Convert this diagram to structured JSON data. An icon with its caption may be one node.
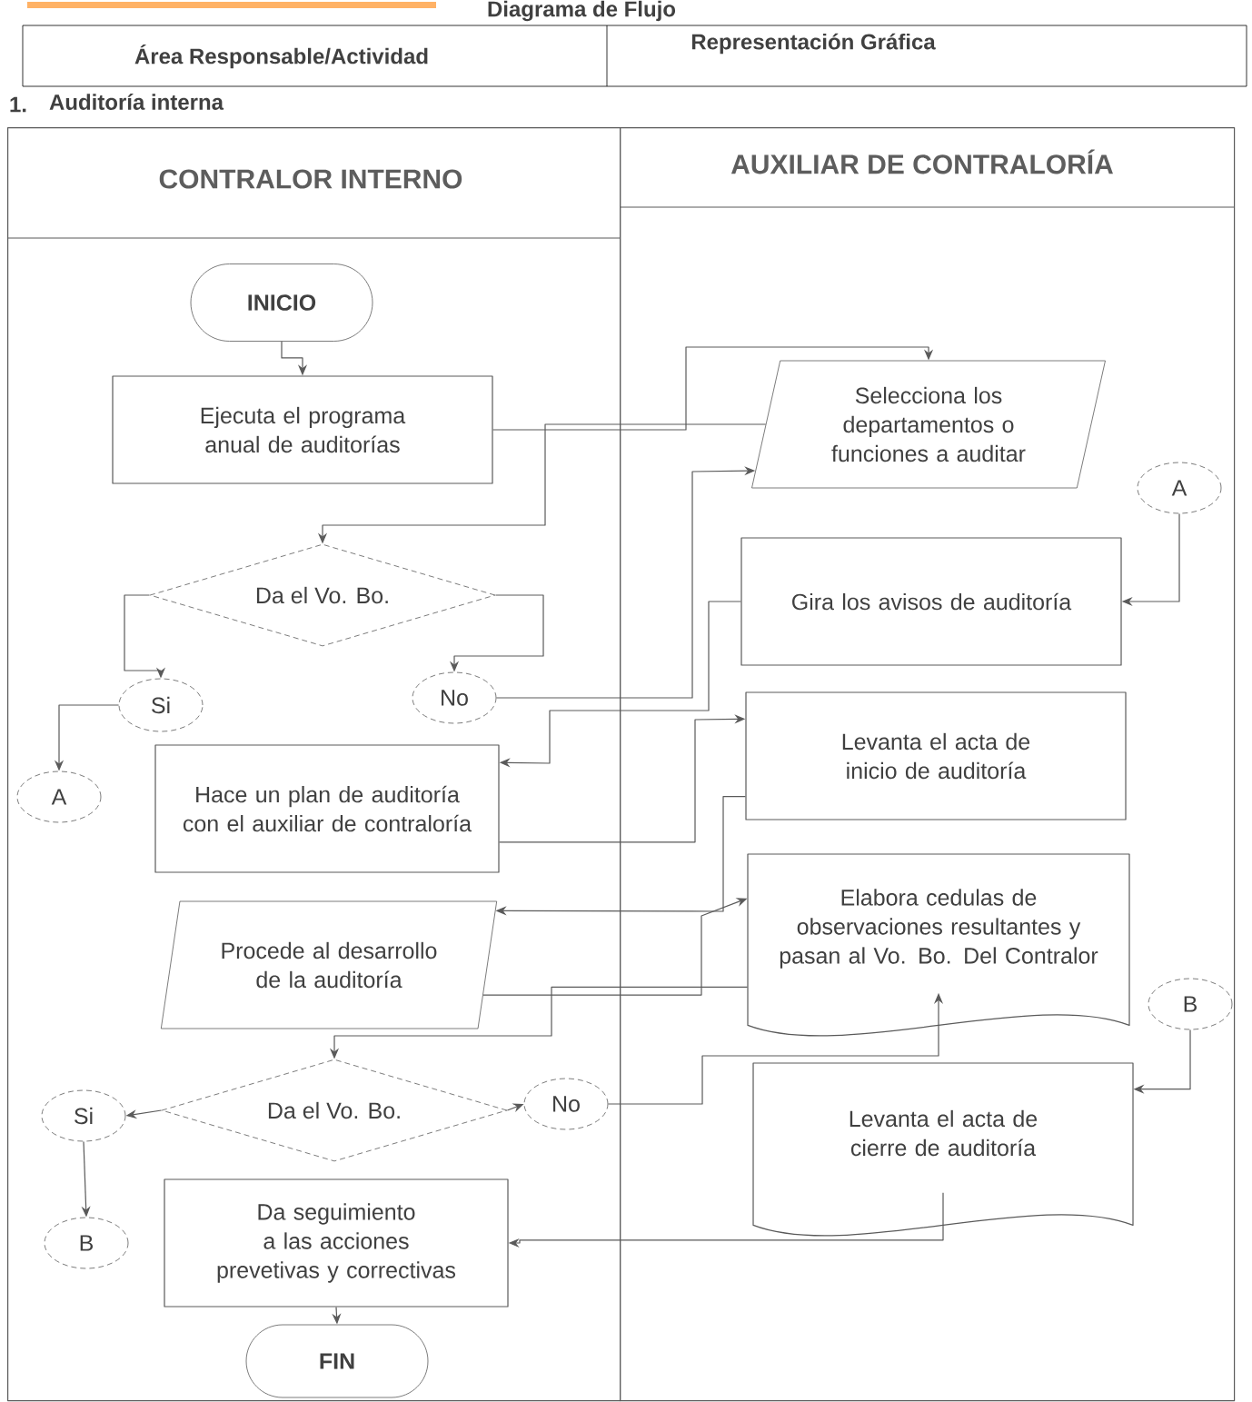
{
  "diagram": {
    "title": "Diagrama de Flujo",
    "nodes": [
      {
        "text": [
          "CONTRALOR INTERNO"
        ]
      },
      {
        "text": [
          "AUXILIAR DE CONTRALORÍA"
        ]
      },
      {
        "text": [
          "INICIO"
        ],
        "in": 0
      },
      {
        "text": [
          "Ejecuta el programa anual de auditorías"
        ],
        "in": 0
      },
      {
        "text": [
          "Selecciona los departamentos o funciones a auditar"
        ],
        "in": 1
      },
      {
        "text": [
          "A"
        ],
        "in": 1
      },
      {
        "text": [
          "Da el Vo. Bo."
        ],
        "in": 0
      },
      {
        "text": [
          "Gira los avisos de auditoría"
        ],
        "in": 1
      },
      {
        "text": [
          "Si"
        ],
        "in": 0
      },
      {
        "text": [
          "No"
        ],
        "in": 0
      },
      {
        "text": [
          "A"
        ],
        "in": 0
      },
      {
        "text": [
          "Hace un plan de auditoría con el auxiliar de contraloría"
        ],
        "in": 0
      },
      {
        "text": [
          "Levanta el acta de inicio de auditoría"
        ],
        "in": 1
      },
      {
        "text": [
          "Procede al desarrollo de la auditoría"
        ],
        "in": 0
      },
      {
        "text": [
          "Elabora cedulas de observaciones resultantes y pasan al Vo. Bo. Del Contralor"
        ],
        "in": 1
      },
      {
        "text": [
          "B"
        ],
        "in": 1
      },
      {
        "text": [
          "Da el Vo. Bo."
        ],
        "in": 0
      },
      {
        "text": [
          "Si"
        ],
        "in": 0
      },
      {
        "text": [
          "No"
        ],
        "in": 0
      },
      {
        "text": [
          "Levanta el acta de cierre de auditoría"
        ],
        "in": 1
      },
      {
        "text": [
          "B"
        ],
        "in": 0
      },
      {
        "text": [
          "Da seguimiento a las acciones prevetivas y correctivas"
        ],
        "in": 0
      },
      {
        "text": [
          "FIN"
        ],
        "in": 0
      }
    ],
    "edges": [
      {
        "from": 2,
        "to": 3,
        "arrow": "to"
      },
      {
        "from": 3,
        "to": 4,
        "arrow": "to"
      },
      {
        "from": 4,
        "to": 6,
        "arrow": "to"
      },
      {
        "from": 6,
        "to": 8,
        "arrow": "to"
      },
      {
        "from": 6,
        "to": 9,
        "arrow": "to"
      },
      {
        "from": 9,
        "to": 4,
        "arrow": "to"
      },
      {
        "from": 8,
        "to": 10,
        "arrow": "to"
      },
      {
        "from": 5,
        "to": 7,
        "arrow": "to"
      },
      {
        "from": 7,
        "to": 11,
        "arrow": "to"
      },
      {
        "from": 11,
        "to": 12,
        "arrow": "to"
      },
      {
        "from": 12,
        "to": 13,
        "arrow": "to"
      },
      {
        "from": 13,
        "to": 14,
        "arrow": "to"
      },
      {
        "from": 14,
        "to": 16,
        "arrow": "to"
      },
      {
        "from": 16,
        "to": 17,
        "arrow": "to"
      },
      {
        "from": 16,
        "to": 18,
        "arrow": "to"
      },
      {
        "from": 18,
        "to": 14,
        "arrow": "to"
      },
      {
        "from": 17,
        "to": 20,
        "arrow": "to"
      },
      {
        "from": 15,
        "to": 19,
        "arrow": "to"
      },
      {
        "from": 19,
        "to": 21,
        "arrow": "to"
      },
      {
        "from": 21,
        "to": 22,
        "arrow": "to"
      }
    ],
    "labels": [
      "Área Responsable/Actividad",
      "Representación Gráfica",
      "1.",
      "Auditoría interna"
    ]
  }
}
